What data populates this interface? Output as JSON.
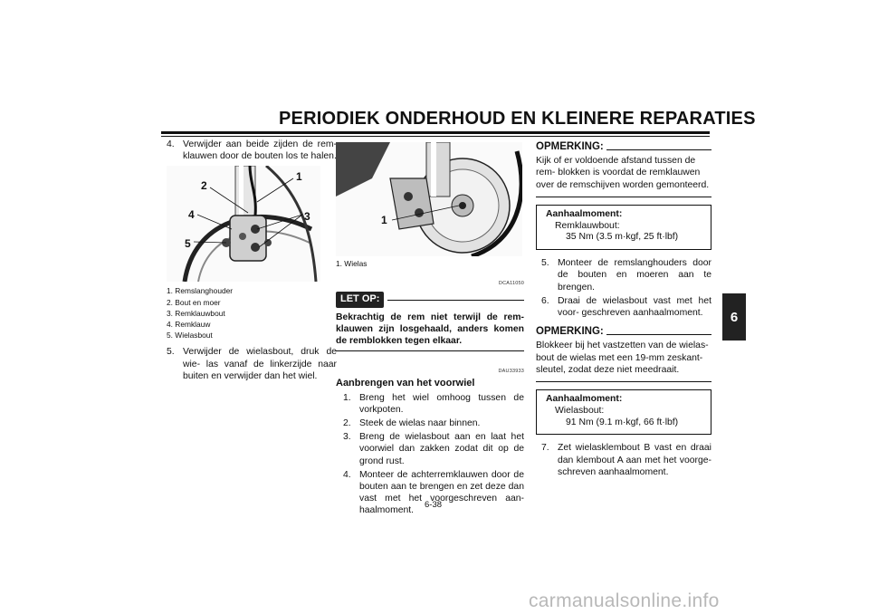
{
  "header": {
    "title": "PERIODIEK ONDERHOUD EN KLEINERE REPARATIES"
  },
  "section_tab": "6",
  "page_number": "6-38",
  "column1": {
    "step4": {
      "num": "4.",
      "text": "Verwijder aan beide zijden de rem- klauwen door de bouten los te halen."
    },
    "figure_callouts": [
      "1",
      "2",
      "3",
      "4",
      "5"
    ],
    "legend": [
      "1. Remslanghouder",
      "2. Bout en moer",
      "3. Remklauwbout",
      "4. Remklauw",
      "5. Wielasbout"
    ],
    "step5": {
      "num": "5.",
      "text": "Verwijder de wielasbout, druk de wie- las vanaf de linkerzijde naar buiten en verwijder dan het wiel."
    }
  },
  "column2": {
    "figure_callout": "1",
    "legend": [
      "1. Wielas"
    ],
    "caution_code": "DCA11050",
    "caution_label": "LET OP:",
    "caution_text": "Bekrachtig de rem niet terwijl de rem- klauwen zijn losgehaald, anders komen de remblokken tegen elkaar.",
    "section_code": "DAU33933",
    "section_title": "Aanbrengen van het voorwiel",
    "steps": [
      {
        "num": "1.",
        "text": "Breng het wiel omhoog tussen de vorkpoten."
      },
      {
        "num": "2.",
        "text": "Steek de wielas naar binnen."
      },
      {
        "num": "3.",
        "text": "Breng de wielasbout aan en laat het voorwiel dan zakken zodat dit op de grond rust."
      },
      {
        "num": "4.",
        "text": "Monteer de achterremklauwen door de bouten aan te brengen en zet deze dan vast met het voorgeschreven aan- haalmoment."
      }
    ]
  },
  "column3": {
    "note1_label": "OPMERKING:",
    "note1_text": "Kijk of er voldoende afstand tussen de rem- blokken is voordat de remklauwen over de remschijven worden gemonteerd.",
    "torque1": {
      "label": "Aanhaalmoment:",
      "item": "Remklauwbout:",
      "value": "35 Nm (3.5 m·kgf, 25 ft·lbf)"
    },
    "step5": {
      "num": "5.",
      "text": "Monteer de remslanghouders door de bouten en moeren aan te brengen."
    },
    "step6": {
      "num": "6.",
      "text": "Draai de wielasbout vast met het voor- geschreven aanhaalmoment."
    },
    "note2_label": "OPMERKING:",
    "note2_text": "Blokkeer bij het vastzetten van de wielas- bout de wielas met een 19-mm zeskant- sleutel, zodat deze niet meedraait.",
    "torque2": {
      "label": "Aanhaalmoment:",
      "item": "Wielasbout:",
      "value": "91 Nm (9.1 m·kgf, 66 ft·lbf)"
    },
    "step7": {
      "num": "7.",
      "text": "Zet wielasklembout B vast en draai dan klembout A aan met het voorge- schreven aanhaalmoment."
    }
  },
  "watermark": "carmanualsonline.info"
}
